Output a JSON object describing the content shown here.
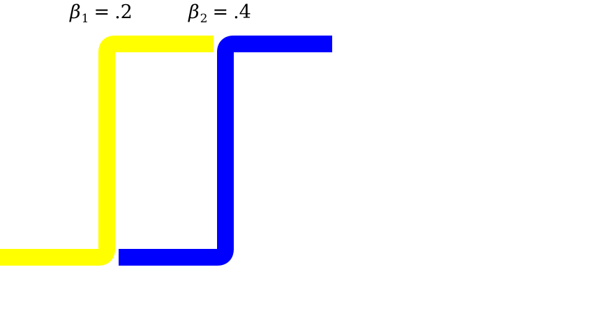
{
  "labels": [
    {
      "symbol": "β",
      "subscript": "1",
      "equals": "=",
      "value": ".2"
    },
    {
      "symbol": "β",
      "subscript": "2",
      "equals": "=",
      "value": ".4"
    }
  ],
  "paths": [
    {
      "id": "beta1-path",
      "color": "#ffff00"
    },
    {
      "id": "beta2-path",
      "color": "#0000ff"
    }
  ]
}
